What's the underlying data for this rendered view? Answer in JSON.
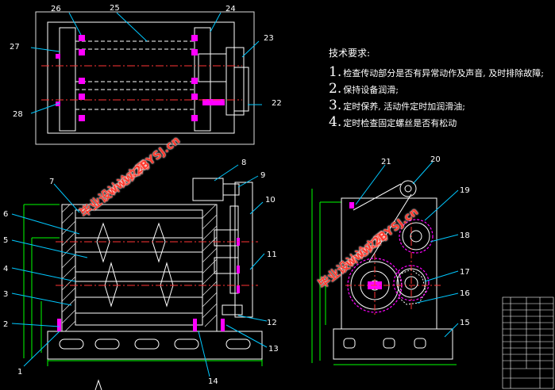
{
  "drawing": {
    "part_labels": [
      "1",
      "2",
      "3",
      "4",
      "5",
      "6",
      "7",
      "8",
      "9",
      "10",
      "11",
      "12",
      "13",
      "14",
      "15",
      "16",
      "17",
      "18",
      "19",
      "20",
      "21",
      "22",
      "23",
      "24",
      "25",
      "26",
      "27",
      "28"
    ]
  },
  "technical_notes": {
    "title": "技术要求:",
    "items": [
      {
        "num": "1.",
        "text": "检查传动部分是否有异常动作及声音, 及时排除故障;"
      },
      {
        "num": "2.",
        "text": "保持设备润滑;"
      },
      {
        "num": "3.",
        "text": "定时保养, 活动件定时加润滑油;"
      },
      {
        "num": "4.",
        "text": "定时检查固定螺丝是否有松动"
      }
    ]
  },
  "watermarks": [
    {
      "text": "毕业设计论文网"
    },
    {
      "text": "www.2BYSJ.cn"
    },
    {
      "text": "毕业设计论文网"
    },
    {
      "text": "www.2BYSJ.cn"
    }
  ],
  "colors": {
    "background": "#000000",
    "outline": "#ffffff",
    "centerline": "#ff3333",
    "dimension": "#00ff00",
    "leader": "#00c8ff",
    "part": "#ff00ff",
    "watermark": "#ff3b2f"
  }
}
